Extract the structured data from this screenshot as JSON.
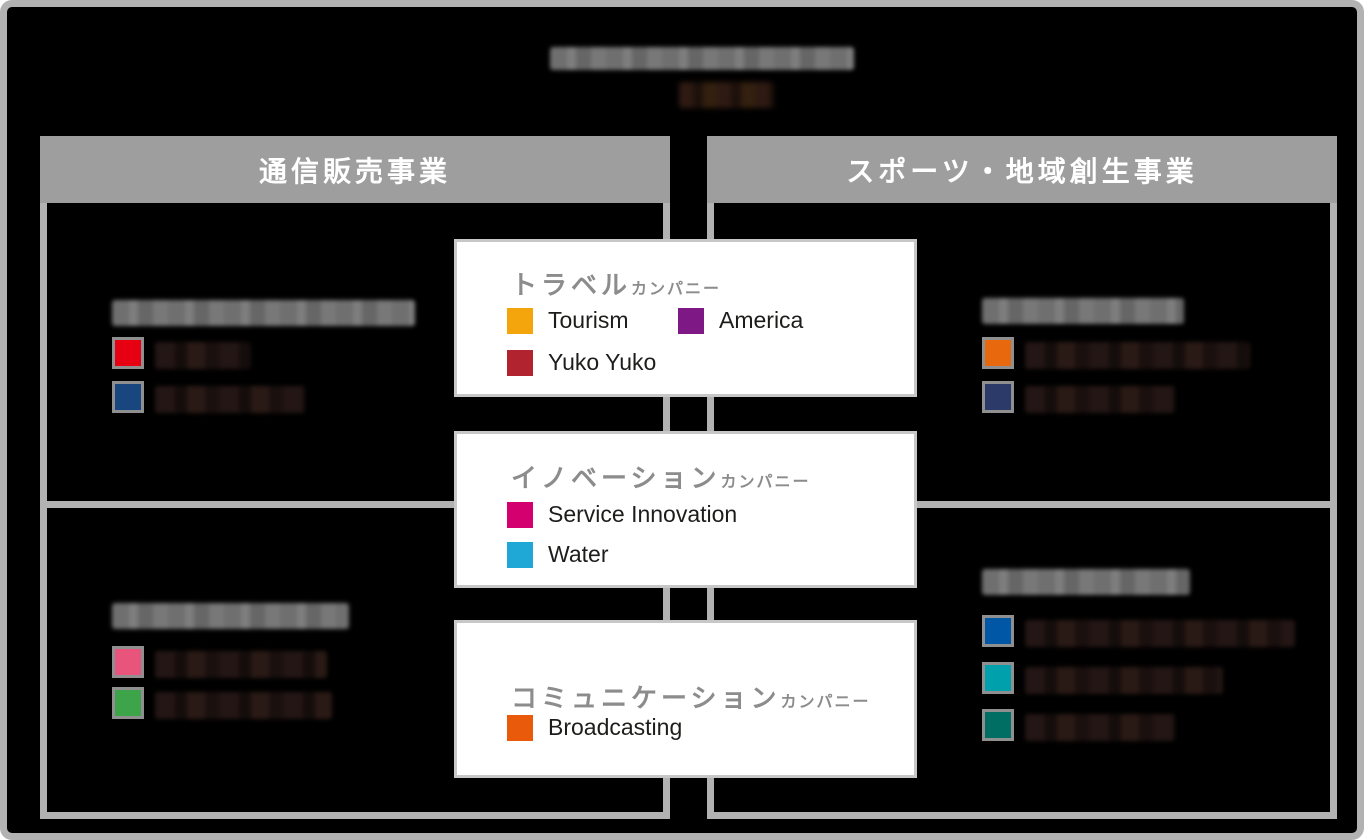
{
  "title": {
    "line1_redacted": true,
    "line2_redacted": true
  },
  "left_section": {
    "header": "通信販売事業",
    "top_box": {
      "heading_redacted": true,
      "items": [
        {
          "color": "#e60012",
          "label_redacted": true
        },
        {
          "color": "#17477e",
          "label_redacted": true
        }
      ]
    },
    "bottom_box": {
      "heading_redacted": true,
      "items": [
        {
          "color": "#e8547b",
          "label_redacted": true
        },
        {
          "color": "#3ea44a",
          "label_redacted": true
        }
      ]
    }
  },
  "right_section": {
    "header": "スポーツ・地域創生事業",
    "top_box": {
      "heading_redacted": true,
      "items": [
        {
          "color": "#e8680e",
          "label_redacted": true
        },
        {
          "color": "#2c3a6a",
          "label_redacted": true
        }
      ]
    },
    "bottom_box": {
      "heading_redacted": true,
      "items": [
        {
          "color": "#0057a5",
          "label_redacted": true
        },
        {
          "color": "#00a0ac",
          "label_redacted": true
        },
        {
          "color": "#006e62",
          "label_redacted": true
        }
      ]
    }
  },
  "cards": [
    {
      "title_main": "トラベル",
      "title_suffix": "カンパニー",
      "items": [
        {
          "label": "Tourism",
          "color": "#f4a50c"
        },
        {
          "label": "America",
          "color": "#7e1884"
        },
        {
          "label": "Yuko Yuko",
          "color": "#b1242f"
        }
      ]
    },
    {
      "title_main": "イノベーション",
      "title_suffix": "カンパニー",
      "items": [
        {
          "label": "Service Innovation",
          "color": "#d4006f"
        },
        {
          "label": "Water",
          "color": "#1fa8d5"
        }
      ]
    },
    {
      "title_main": "コミュニケーション",
      "title_suffix": "カンパニー",
      "items": [
        {
          "label": "Broadcasting",
          "color": "#e95a0b"
        }
      ]
    }
  ]
}
